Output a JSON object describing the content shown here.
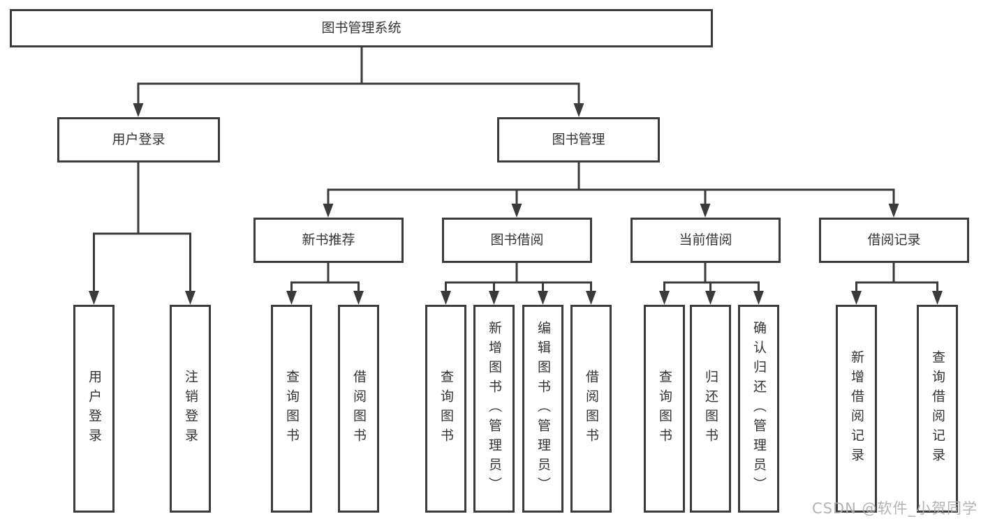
{
  "diagram": {
    "type": "hierarchy-tree",
    "nodes": {
      "root": {
        "label": "图书管理系统"
      },
      "user_login": {
        "label": "用户登录"
      },
      "book_mgmt": {
        "label": "图书管理"
      },
      "user_login_leaf": {
        "label": "用户登录"
      },
      "logout_leaf": {
        "label": "注销登录"
      },
      "new_book_rec": {
        "label": "新书推荐"
      },
      "book_borrow": {
        "label": "图书借阅"
      },
      "current_borrow": {
        "label": "当前借阅"
      },
      "borrow_records": {
        "label": "借阅记录"
      },
      "nbr_query_books": {
        "label": "查询图书"
      },
      "nbr_borrow_books": {
        "label": "借阅图书"
      },
      "bb_query_books": {
        "label": "查询图书"
      },
      "bb_add_books": {
        "label": "新增图书（管理员）"
      },
      "bb_edit_books": {
        "label": "编辑图书（管理员）"
      },
      "bb_borrow_books": {
        "label": "借阅图书"
      },
      "cb_query_books": {
        "label": "查询图书"
      },
      "cb_return_books": {
        "label": "归还图书"
      },
      "cb_confirm_return": {
        "label": "确认归还（管理员）"
      },
      "br_add_record": {
        "label": "新增借阅记录"
      },
      "br_query_record": {
        "label": "查询借阅记录"
      }
    },
    "edges": [
      [
        "root",
        "user_login"
      ],
      [
        "root",
        "book_mgmt"
      ],
      [
        "user_login",
        "user_login_leaf"
      ],
      [
        "user_login",
        "logout_leaf"
      ],
      [
        "book_mgmt",
        "new_book_rec"
      ],
      [
        "book_mgmt",
        "book_borrow"
      ],
      [
        "book_mgmt",
        "current_borrow"
      ],
      [
        "book_mgmt",
        "borrow_records"
      ],
      [
        "new_book_rec",
        "nbr_query_books"
      ],
      [
        "new_book_rec",
        "nbr_borrow_books"
      ],
      [
        "book_borrow",
        "bb_query_books"
      ],
      [
        "book_borrow",
        "bb_add_books"
      ],
      [
        "book_borrow",
        "bb_edit_books"
      ],
      [
        "book_borrow",
        "bb_borrow_books"
      ],
      [
        "current_borrow",
        "cb_query_books"
      ],
      [
        "current_borrow",
        "cb_return_books"
      ],
      [
        "current_borrow",
        "cb_confirm_return"
      ],
      [
        "borrow_records",
        "br_add_record"
      ],
      [
        "borrow_records",
        "br_query_record"
      ]
    ],
    "colors": {
      "background": "#ffffff",
      "box_border": "#3c3c3c",
      "box_fill": "#ffffff",
      "line": "#3a3a3a",
      "text": "#333333",
      "watermark": "#adadad"
    }
  },
  "watermark": {
    "text": "CSDN @软件_小贺同学"
  }
}
